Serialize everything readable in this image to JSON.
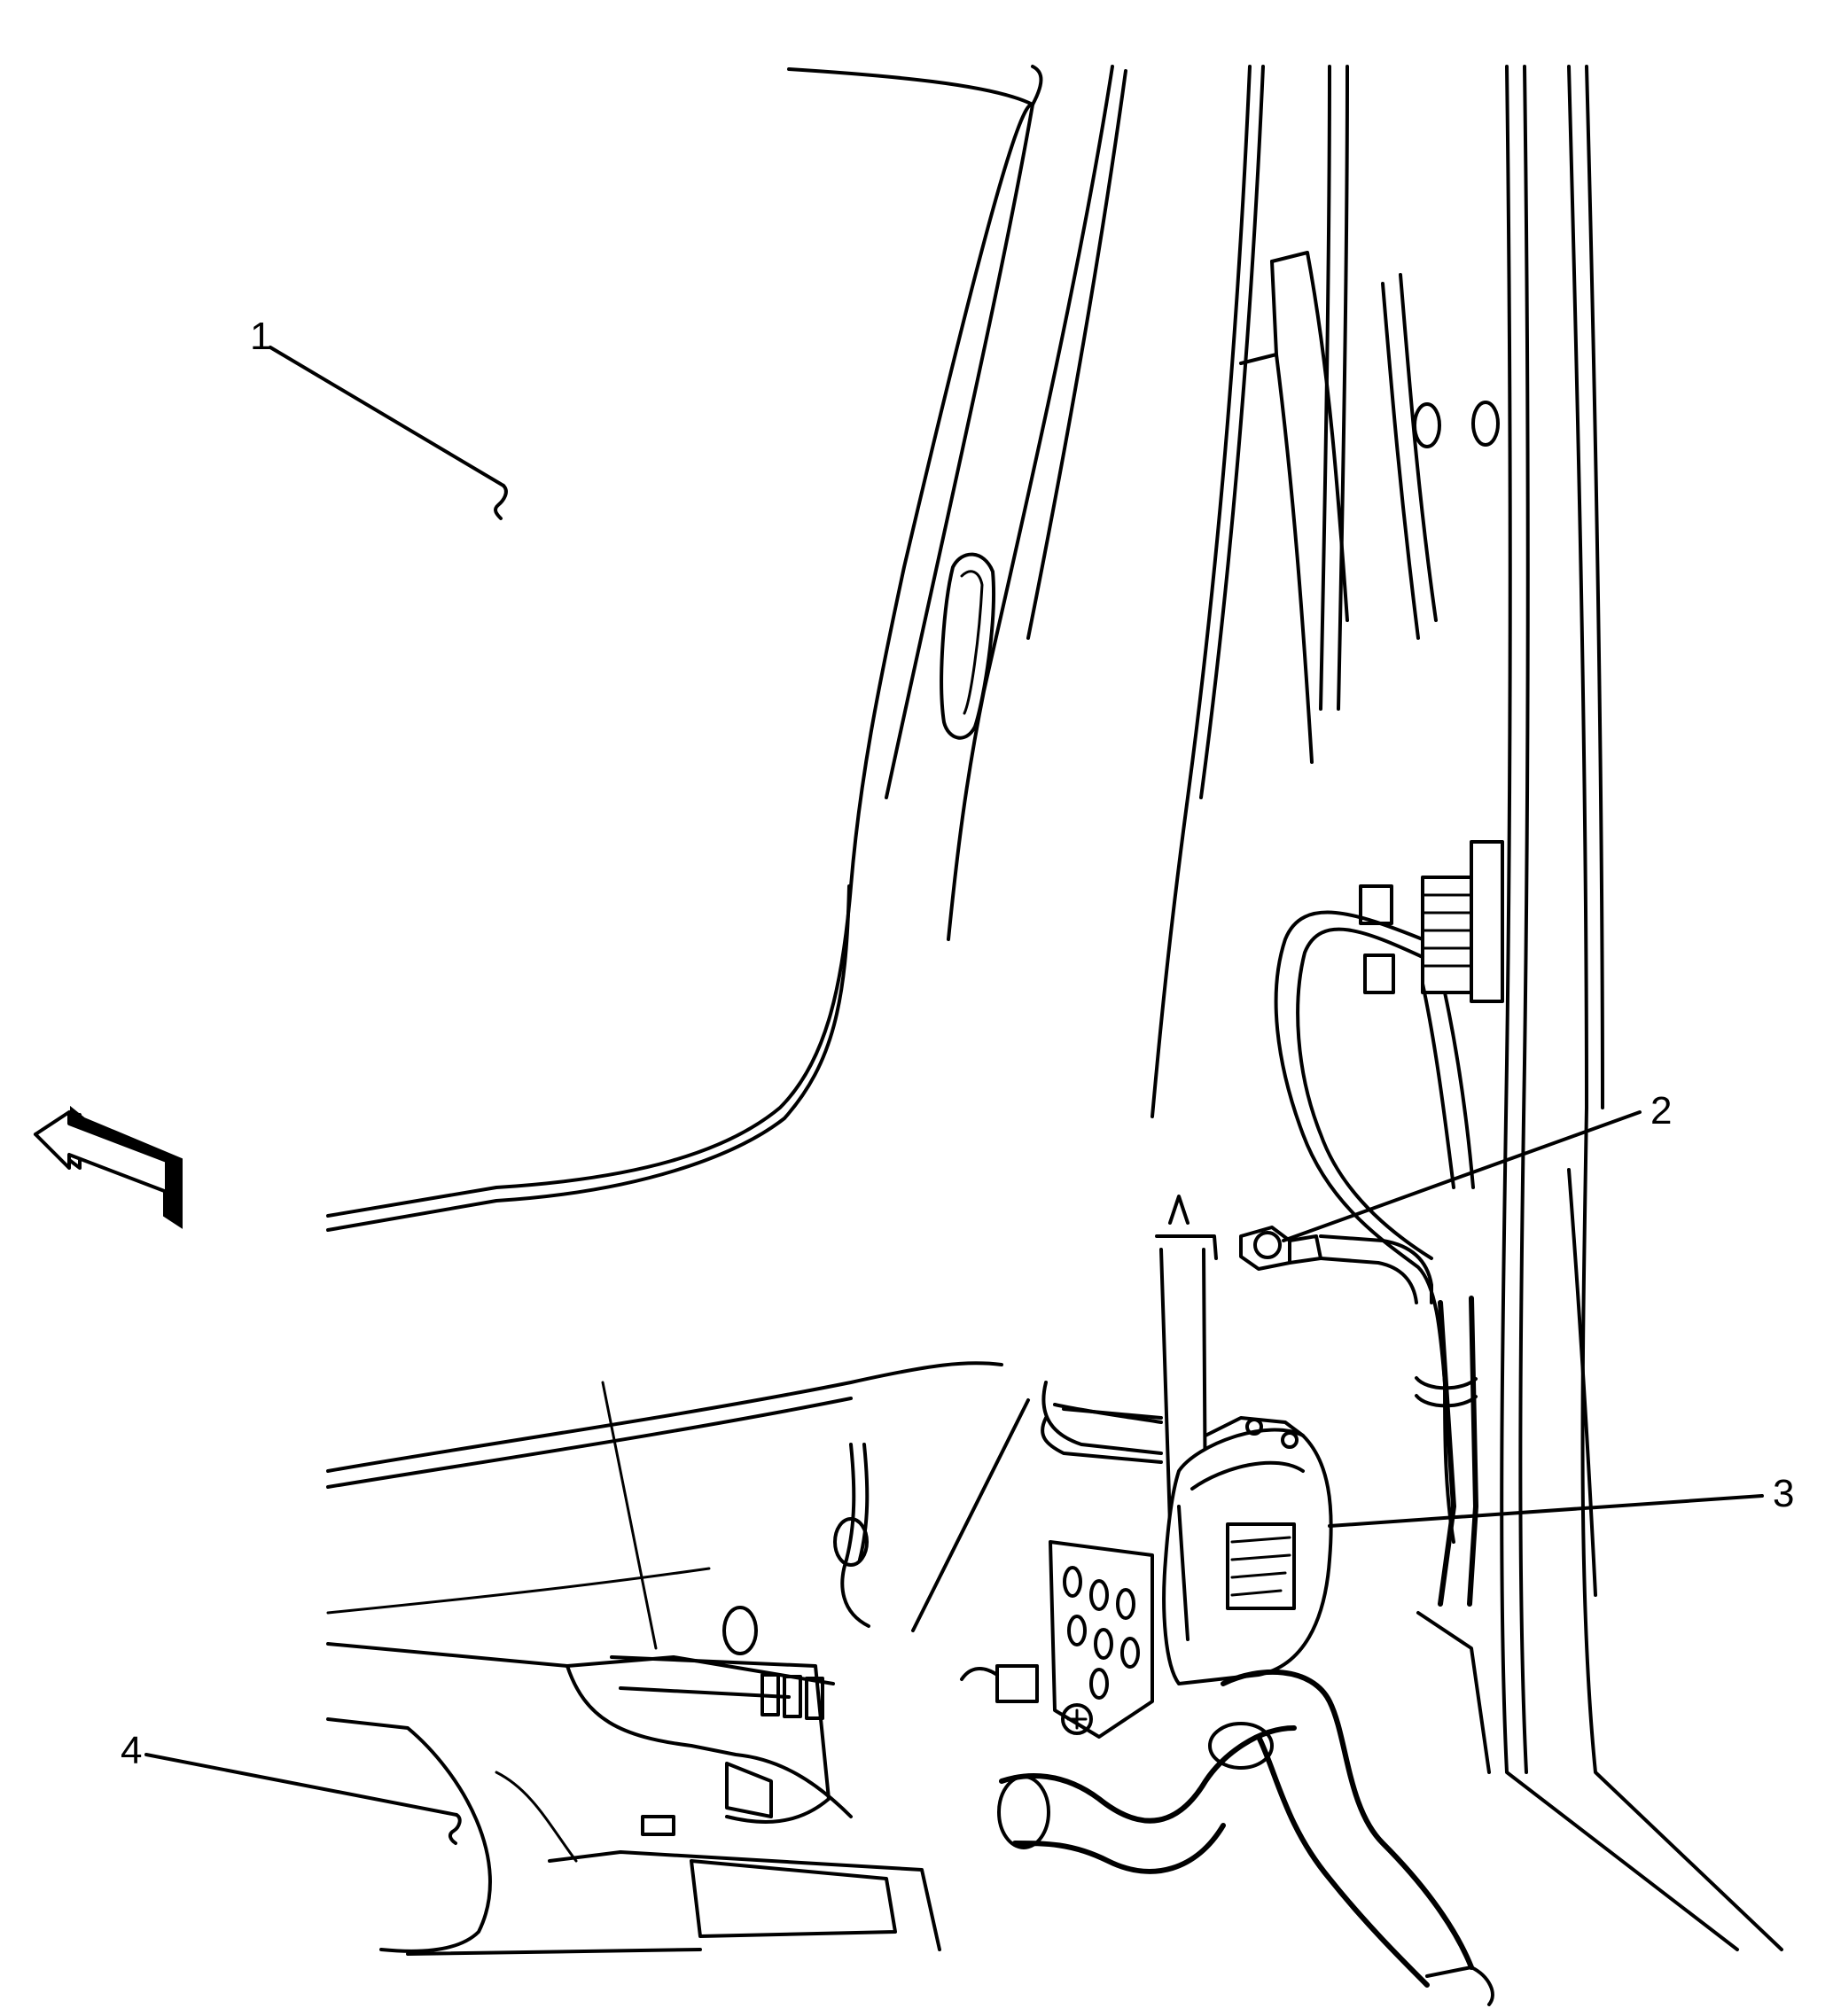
{
  "callouts": [
    {
      "id": 1,
      "label": "1"
    },
    {
      "id": 2,
      "label": "2"
    },
    {
      "id": 3,
      "label": "3"
    },
    {
      "id": 4,
      "label": "4"
    }
  ],
  "icons": {
    "direction_arrow": "front-direction-arrow-icon"
  },
  "colors": {
    "line": "#000000",
    "background": "#ffffff"
  }
}
